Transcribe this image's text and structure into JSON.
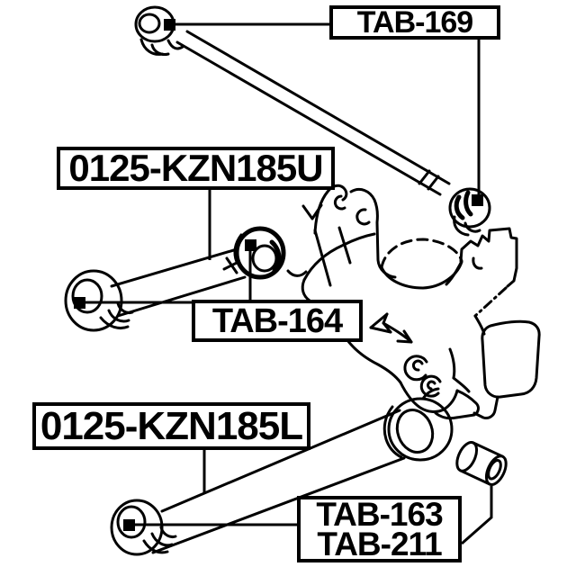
{
  "colors": {
    "background": "#ffffff",
    "line": "#000000"
  },
  "callouts": {
    "tab169": {
      "label": "TAB-169"
    },
    "kzn185u": {
      "label": "0125-KZN185U"
    },
    "tab164": {
      "label": "TAB-164"
    },
    "kzn185l": {
      "label": "0125-KZN185L"
    },
    "tab163_211": {
      "line1": "TAB-163",
      "line2": "TAB-211"
    }
  }
}
